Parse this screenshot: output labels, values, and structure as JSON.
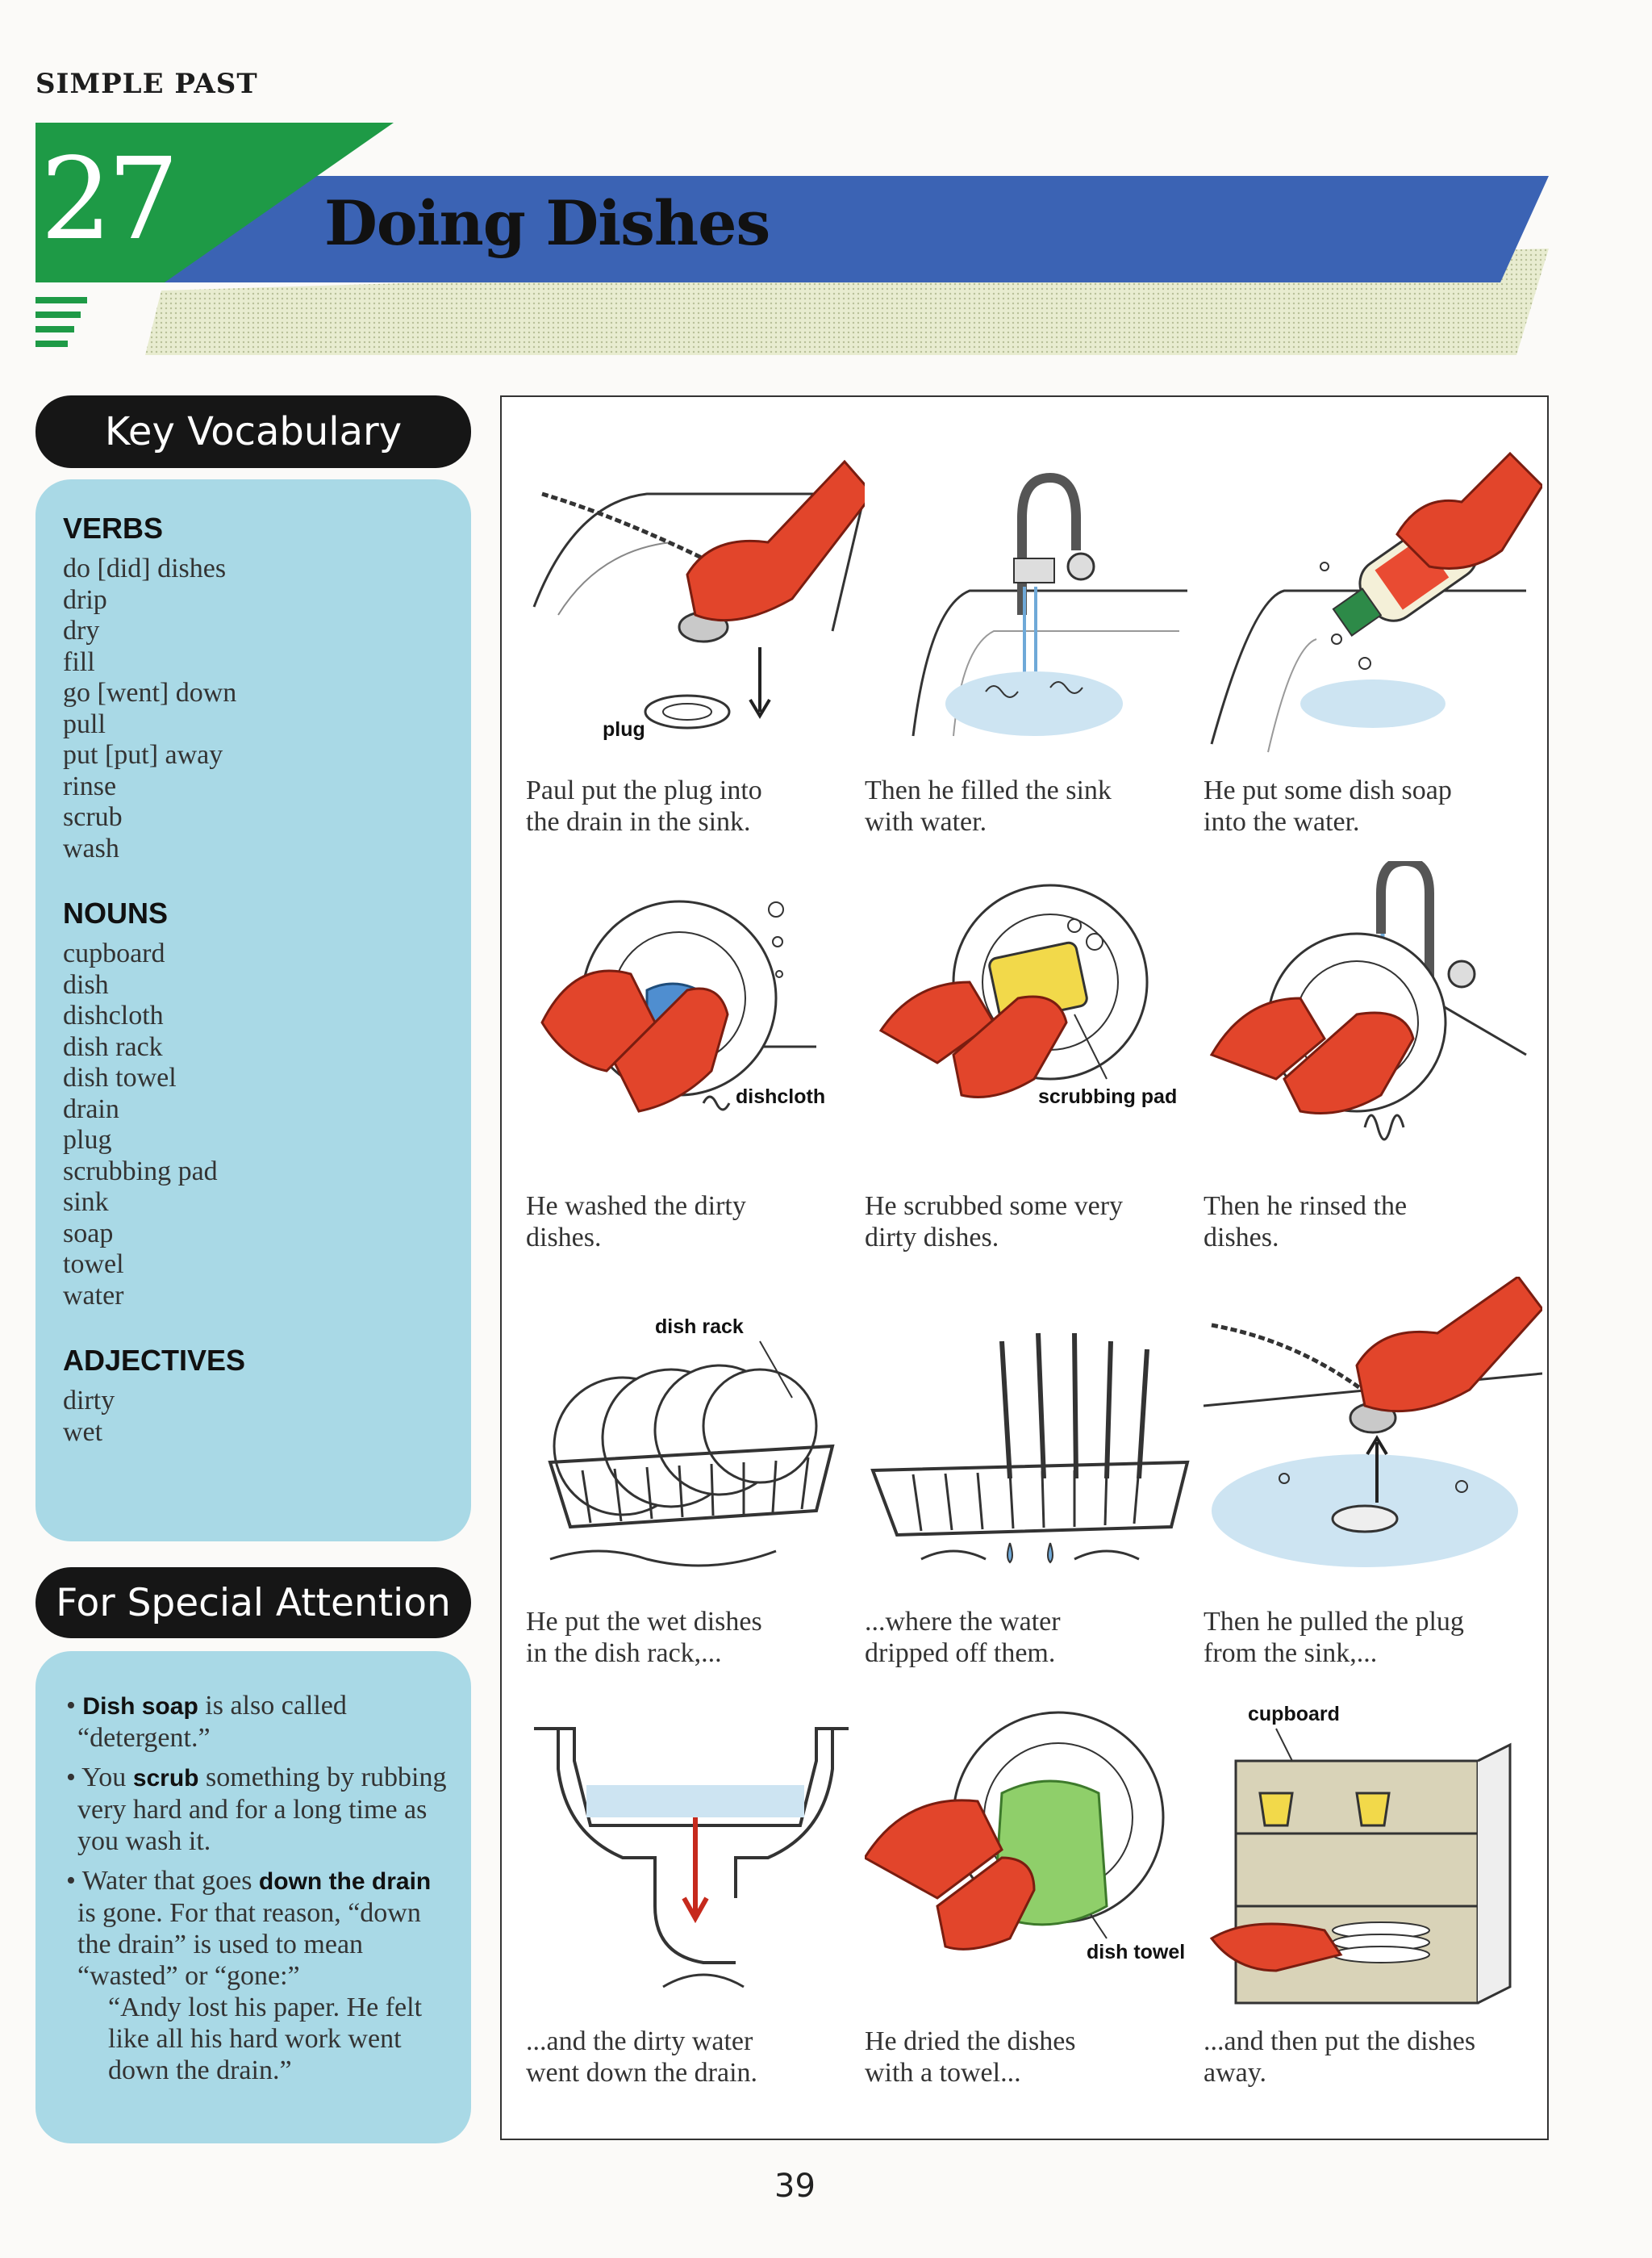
{
  "header": {
    "section": "SIMPLE PAST",
    "number": "27",
    "title": "Doing Dishes"
  },
  "sidebar": {
    "vocab_heading": "Key Vocabulary",
    "groups": [
      {
        "title": "VERBS",
        "items": [
          "do [did] dishes",
          "drip",
          "dry",
          "fill",
          "go [went] down",
          "pull",
          "put [put] away",
          "rinse",
          "scrub",
          "wash"
        ]
      },
      {
        "title": "NOUNS",
        "items": [
          "cupboard",
          "dish",
          "dishcloth",
          "dish rack",
          "dish towel",
          "drain",
          "plug",
          "scrubbing pad",
          "sink",
          "soap",
          "towel",
          "water"
        ]
      },
      {
        "title": "ADJECTIVES",
        "items": [
          "dirty",
          "wet"
        ]
      }
    ],
    "attention_heading": "For Special Attention",
    "notes": [
      {
        "b1": "Dish soap",
        "t1": " is also called “detergent.”"
      },
      {
        "t0": "You ",
        "b1": "scrub",
        "t1": " something by rubbing very hard and for a long time as you wash it."
      },
      {
        "t0": "Water that goes ",
        "b1": "down the drain",
        "t1": " is gone. For that reason, “down the drain” is used to mean “wasted” or “gone:”",
        "quote": "“Andy lost his paper. He felt like all his hard work went down the drain.”"
      }
    ]
  },
  "panels": [
    {
      "caption": "Paul put the plug into\nthe drain in the sink.",
      "label": "plug",
      "icon": "plug-sink-icon"
    },
    {
      "caption": "Then he filled the sink\nwith water.",
      "label": "",
      "icon": "faucet-icon"
    },
    {
      "caption": "He put some dish soap\ninto the water.",
      "label": "",
      "icon": "soap-bottle-icon"
    },
    {
      "caption": "He washed the dirty\ndishes.",
      "label": "dishcloth",
      "icon": "dishcloth-icon"
    },
    {
      "caption": "He scrubbed some very\ndirty dishes.",
      "label": "scrubbing pad",
      "icon": "scrubbing-pad-icon"
    },
    {
      "caption": "Then he rinsed the\ndishes.",
      "label": "",
      "icon": "rinse-icon"
    },
    {
      "caption": "He put the wet dishes\nin the dish rack,...",
      "label": "dish rack",
      "icon": "dish-rack-icon"
    },
    {
      "caption": "...where the water\ndripped off them.",
      "label": "",
      "icon": "drip-icon"
    },
    {
      "caption": "Then he pulled the plug\nfrom the sink,...",
      "label": "",
      "icon": "pull-plug-icon"
    },
    {
      "caption": "...and the dirty water\nwent down the drain.",
      "label": "",
      "icon": "drain-icon"
    },
    {
      "caption": "He dried the dishes\nwith a towel...",
      "label": "dish towel",
      "icon": "dish-towel-icon"
    },
    {
      "caption": "...and then put the dishes\naway.",
      "label": "cupboard",
      "icon": "cupboard-icon"
    }
  ],
  "page_number": "39",
  "colors": {
    "green": "#1e9a46",
    "blue": "#3b63b4",
    "panel": "#a9d9e6",
    "hand": "#e2452b"
  }
}
